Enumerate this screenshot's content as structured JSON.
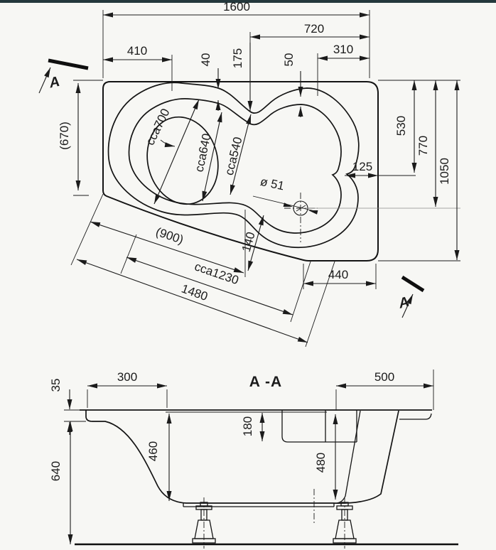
{
  "colors": {
    "ink": "#1b1b1b",
    "paper": "#f7f7f4",
    "top_band": "#24383c"
  },
  "plan": {
    "w1600": "1600",
    "w720": "720",
    "w410": "410",
    "w310": "310",
    "d40": "40",
    "d175": "175",
    "d50": "50",
    "h670": "(670)",
    "h530": "530",
    "h770": "770",
    "h1050": "1050",
    "d125": "125",
    "cca700": "cca700",
    "cca640": "cca640",
    "cca540": "cca540",
    "drain": "ø 51",
    "d140": "140",
    "l900": "(900)",
    "cca1230": "cca1230",
    "l1480": "1480",
    "w440": "440",
    "marker_a": "A"
  },
  "section": {
    "title": "A -A",
    "t35": "35",
    "w300": "300",
    "w500": "500",
    "d180": "180",
    "d460": "460",
    "d480": "480",
    "h640": "640"
  }
}
